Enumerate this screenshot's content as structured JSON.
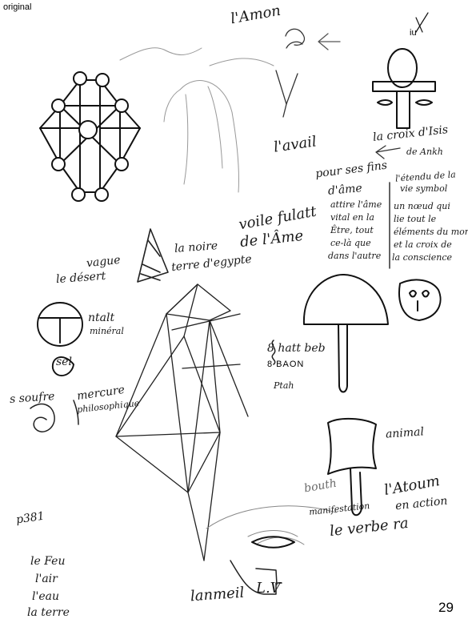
{
  "top_left_label": "original",
  "page_number": "29",
  "notes": {
    "amon": "l'Amon",
    "iu": "iu",
    "croix_1": "la croix d'Isis",
    "croix_2": "de Ankh",
    "avail": "l'avail",
    "pour_ses_fins": "pour ses fins",
    "d_ame": "d'âme",
    "col_left": [
      "attire l'âme",
      "vital en la",
      "Être, tout",
      "ce-là que",
      "dans l'autre"
    ],
    "col_right_head": [
      "l'étendu de la",
      "vie symbol"
    ],
    "col_right": [
      "un nœud qui",
      "lie tout le",
      "éléments du monde",
      "et la croix de",
      "la conscience"
    ],
    "voile": "voile fulatt",
    "de_lame": "de l'Âme",
    "la_noire": "la noire",
    "terre_egypte": "terre d'egypte",
    "vague": "vague",
    "le_desert": "le désert",
    "ntalt": "ntalt",
    "mineral": "minéral",
    "sel": "sel",
    "soufre": "s soufre",
    "mercure": "mercure",
    "philosophique": "philosophique",
    "hattbeb": "8 hatt beb",
    "baon": "8 BAON",
    "ptah": "Ptah",
    "animal": "animal",
    "bouth": "bouth",
    "atoum": "l'Atoum",
    "en_action": "en action",
    "manifestation": "manifestation",
    "le_verbe": "le verbe ra",
    "p381": "p381",
    "elements": [
      "le Feu",
      "l'air",
      "l'eau",
      "la terre"
    ],
    "lanmeil": "lanmeil",
    "lv": "L.V"
  }
}
